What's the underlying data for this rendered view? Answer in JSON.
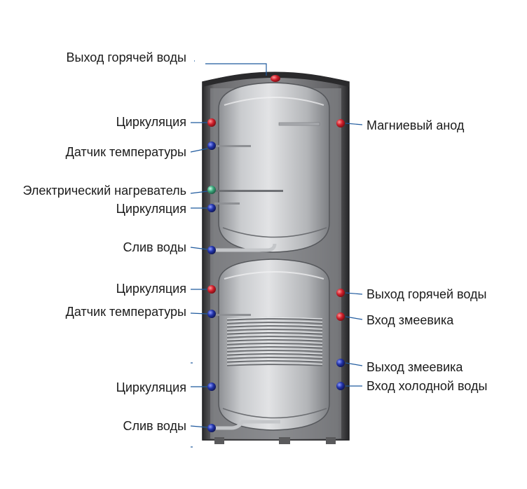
{
  "labels": {
    "hot_water_out_top": "Выход горячей воды",
    "circulation_1": "Циркуляция",
    "temp_sensor_1": "Датчик температуры",
    "electric_heater": "Электрический нагреватель",
    "circulation_2": "Циркуляция",
    "drain_1": "Слив воды",
    "circulation_3": "Циркуляция",
    "temp_sensor_2": "Датчик температуры",
    "circulation_4": "Циркуляция",
    "drain_2": "Слив воды",
    "magnesium_anode": "Магниевый анод",
    "hot_water_out_lower": "Выход горячей воды",
    "coil_in": "Вход змеевика",
    "coil_out": "Выход змеевика",
    "cold_water_in": "Вход холодной воды"
  },
  "colors": {
    "leader_line": "#1f5a9e",
    "hot_connector": "#c8202a",
    "cold_connector": "#1f2fa0",
    "heater_connector": "#2e9a6e",
    "casing": "#3a3a3c",
    "tank": "#b7b9bc",
    "text": "#1b1b1b"
  }
}
